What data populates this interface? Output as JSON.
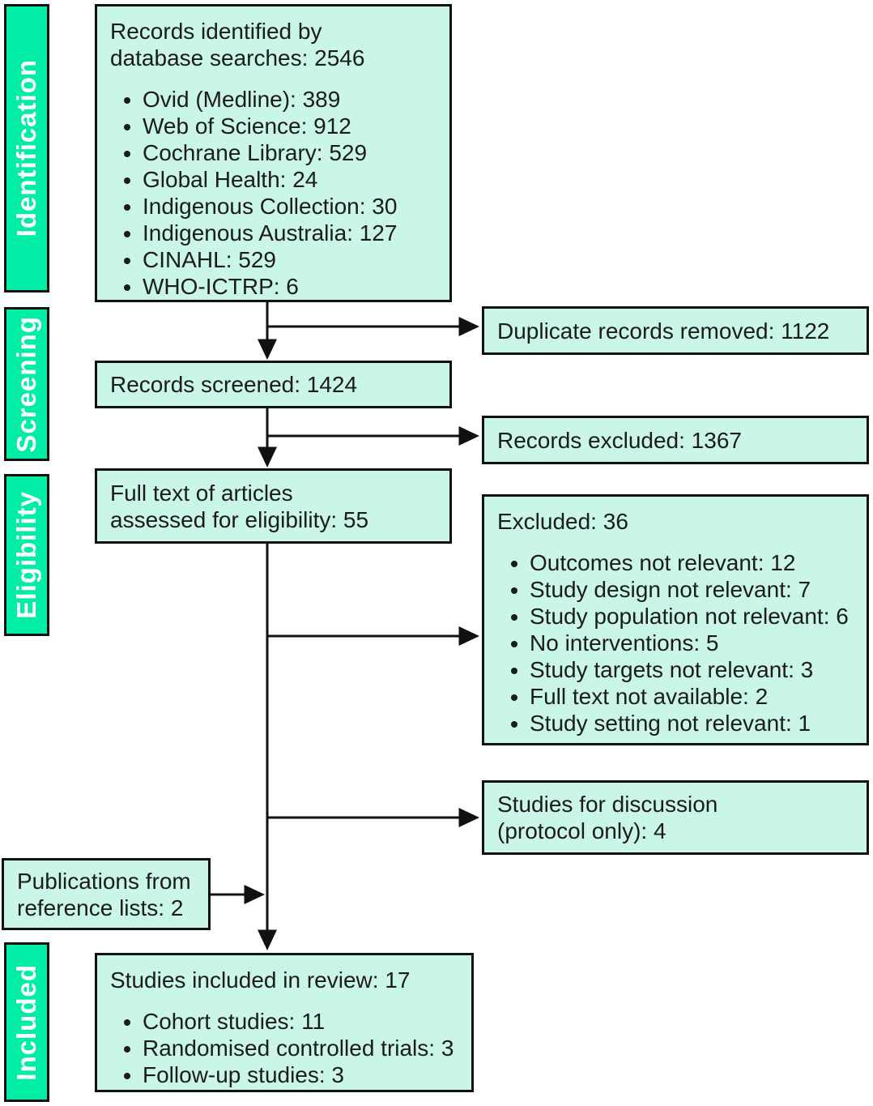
{
  "colors": {
    "stage_bg": "#00eda6",
    "box_bg": "#c9f6e6",
    "border": "#111111",
    "text": "#1b1b1b",
    "stage_text": "#ffffff"
  },
  "stages": [
    {
      "label": "Identification"
    },
    {
      "label": "Screening"
    },
    {
      "label": "Eligibility"
    },
    {
      "label": "Included"
    }
  ],
  "boxes": {
    "identified": {
      "title": "Records identified by\ndatabase searches: 2546",
      "items": [
        "Ovid (Medline): 389",
        "Web of Science: 912",
        "Cochrane Library: 529",
        "Global Health: 24",
        "Indigenous Collection: 30",
        "Indigenous Australia: 127",
        "CINAHL: 529",
        "WHO-ICTRP: 6"
      ]
    },
    "duplicates": {
      "title": "Duplicate records removed: 1122"
    },
    "screened": {
      "title": "Records screened: 1424"
    },
    "records_excluded": {
      "title": "Records excluded: 1367"
    },
    "fulltext": {
      "title": "Full text of articles\nassessed for eligibility: 55"
    },
    "fulltext_excluded": {
      "title": "Excluded: 36",
      "items": [
        "Outcomes not relevant: 12",
        "Study design not relevant: 7",
        "Study population not relevant: 6",
        "No interventions: 5",
        "Study targets not relevant: 3",
        "Full text not available: 2",
        "Study setting not relevant: 1"
      ]
    },
    "discussion": {
      "title": "Studies for discussion\n(protocol only): 4"
    },
    "publications": {
      "title": "Publications from\nreference lists: 2"
    },
    "included": {
      "title": "Studies included in review: 17",
      "items": [
        "Cohort studies: 11",
        "Randomised controlled trials: 3",
        "Follow-up studies: 3"
      ]
    }
  }
}
